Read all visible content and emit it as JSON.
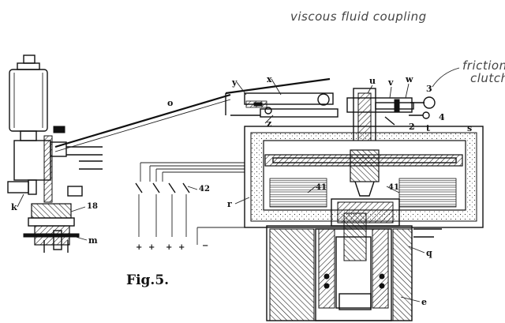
{
  "annotations": {
    "viscous_coupling": "viscous fluid coupling",
    "friction_clutch_line1": "friction",
    "friction_clutch_line2": "clutch"
  },
  "figure_caption": "Fig.5.",
  "part_labels": {
    "o": "o",
    "y": "y",
    "x": "x",
    "u": "u",
    "v": "v",
    "w": "w",
    "n3": "3",
    "n4": "4",
    "n2": "2",
    "z": "z",
    "t": "t",
    "s": "s",
    "r": "r",
    "n41a": "41",
    "n41b": "41",
    "n42": "42",
    "k": "k",
    "n18": "18",
    "m": "m",
    "q": "q",
    "e": "e"
  },
  "colors": {
    "ink": "#111111",
    "pencil": "#444444",
    "paper": "#ffffff"
  }
}
